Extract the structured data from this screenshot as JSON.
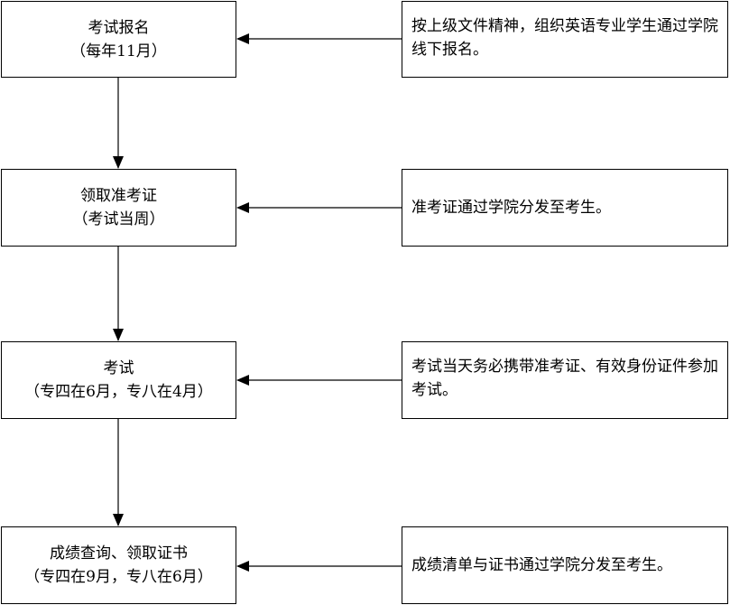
{
  "steps": [
    {
      "title": "考试报名",
      "subtitle": "（每年11月）"
    },
    {
      "title": "领取准考证",
      "subtitle": "（考试当周）"
    },
    {
      "title": "考试",
      "subtitle": "（专四在6月，专八在4月）"
    },
    {
      "title": "成绩查询、领取证书",
      "subtitle": "（专四在9月，专八在6月）"
    }
  ],
  "notes": [
    "按上级文件精神，组织英语专业学生通过学院线下报名。",
    "准考证通过学院分发至考生。",
    "考试当天务必携带准考证、有效身份证件参加考试。",
    "成绩清单与证书通过学院分发至考生。"
  ],
  "colors": {
    "line": "#000000",
    "box_border": "#000000",
    "background": "#ffffff"
  }
}
